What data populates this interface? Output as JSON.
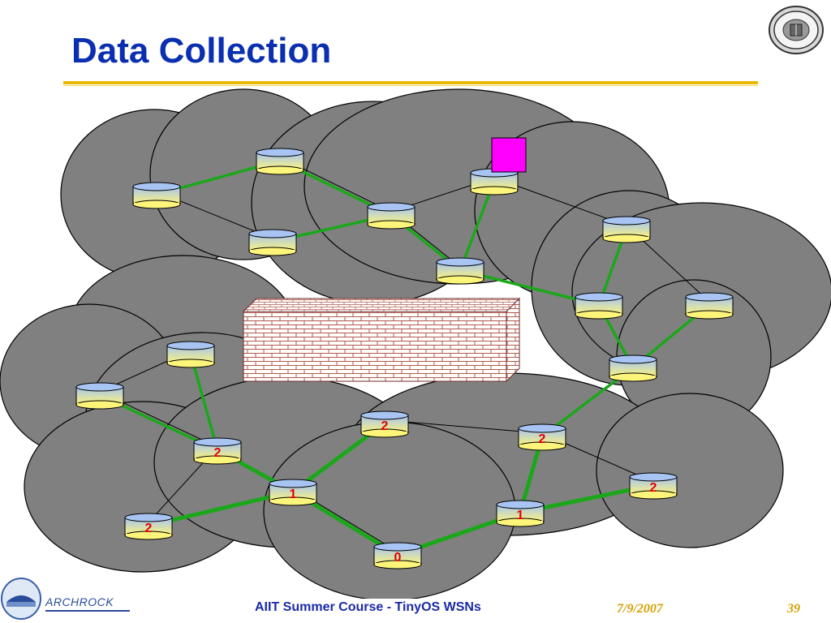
{
  "slide": {
    "title": "Data Collection",
    "footer_text": "AIIT Summer Course - TinyOS WSNs",
    "date": "7/9/2007",
    "page": "39",
    "logo_text": "ARCHROCK"
  },
  "colors": {
    "title": "#0a2fb0",
    "rule": "#e9b800",
    "cell": "#808080",
    "tree_link": "#1aa81a",
    "hop_label": "#e00000",
    "sink": "#ff00ff"
  },
  "icons": [
    "university-seal-icon",
    "archrock-logo-icon",
    "brick-wall-icon",
    "node-cylinder-icon"
  ],
  "nodes": [
    {
      "id": "n1",
      "label": ""
    },
    {
      "id": "n2",
      "label": ""
    },
    {
      "id": "n3",
      "label": ""
    },
    {
      "id": "n4",
      "label": ""
    },
    {
      "id": "n5",
      "label": ""
    },
    {
      "id": "n6",
      "label": ""
    },
    {
      "id": "n7",
      "label": ""
    },
    {
      "id": "n8",
      "label": ""
    },
    {
      "id": "n9",
      "label": ""
    },
    {
      "id": "n10",
      "label": ""
    },
    {
      "id": "n11",
      "label": ""
    },
    {
      "id": "n12",
      "label": ""
    },
    {
      "id": "n13",
      "label": ""
    },
    {
      "id": "n14",
      "label": "2"
    },
    {
      "id": "n15",
      "label": "2"
    },
    {
      "id": "n16",
      "label": "2"
    },
    {
      "id": "n17",
      "label": "1"
    },
    {
      "id": "n18",
      "label": "2"
    },
    {
      "id": "n19",
      "label": "2"
    },
    {
      "id": "n20",
      "label": "1"
    },
    {
      "id": "n21",
      "label": "0"
    }
  ]
}
